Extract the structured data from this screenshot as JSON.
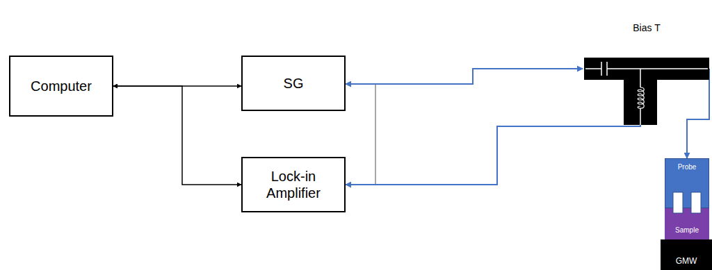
{
  "diagram": {
    "nodes": [
      {
        "text": [
          "Computer"
        ]
      },
      {
        "text": [
          "SG"
        ]
      },
      {
        "text": [
          "Lock-in Amplifier"
        ]
      },
      {
        "text": [
          "Bias T"
        ]
      },
      {
        "text": [
          "Probe"
        ]
      },
      {
        "text": [
          "Sample"
        ]
      },
      {
        "text": [
          "GMW"
        ]
      }
    ],
    "edges": [
      {
        "from": 0,
        "to": 1,
        "arrow": "both"
      },
      {
        "from": 0,
        "to": 2,
        "arrow": "both"
      },
      {
        "from": 1,
        "to": 3,
        "arrow": "both"
      },
      {
        "from": 1,
        "to": 2,
        "arrow": "none"
      },
      {
        "from": 3,
        "to": 2,
        "arrow": "to"
      },
      {
        "from": 3,
        "to": 4,
        "arrow": "to"
      }
    ]
  }
}
